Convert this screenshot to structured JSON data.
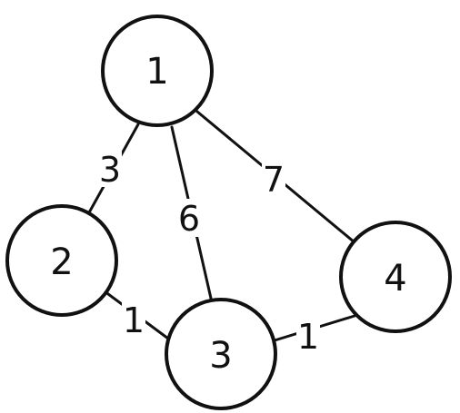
{
  "graph": {
    "nodes": [
      {
        "id": "1",
        "label": "1"
      },
      {
        "id": "2",
        "label": "2"
      },
      {
        "id": "3",
        "label": "3"
      },
      {
        "id": "4",
        "label": "4"
      }
    ],
    "edges": [
      {
        "from": "1",
        "to": "2",
        "weight": "3"
      },
      {
        "from": "1",
        "to": "3",
        "weight": "6"
      },
      {
        "from": "1",
        "to": "4",
        "weight": "7"
      },
      {
        "from": "2",
        "to": "3",
        "weight": "1"
      },
      {
        "from": "3",
        "to": "4",
        "weight": "1"
      }
    ]
  },
  "colors": {
    "stroke": "#111111",
    "fill": "#ffffff"
  }
}
